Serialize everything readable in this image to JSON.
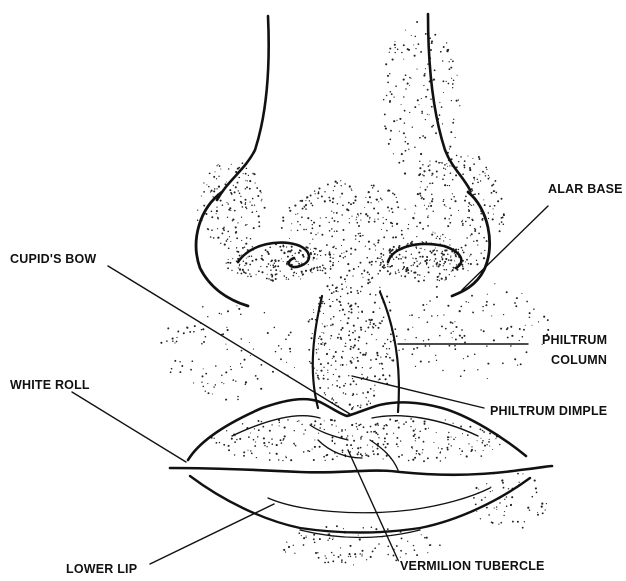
{
  "labels": {
    "alar_base": "ALAR BASE",
    "cupids_bow": "CUPID'S BOW",
    "philtrum_column_1": "PHILTRUM",
    "philtrum_column_2": "COLUMN",
    "white_roll": "WHITE ROLL",
    "philtrum_dimple": "PHILTRUM DIMPLE",
    "lower_lip": "LOWER LIP",
    "vermilion_tubercle": "VERMILION TUBERCLE"
  }
}
